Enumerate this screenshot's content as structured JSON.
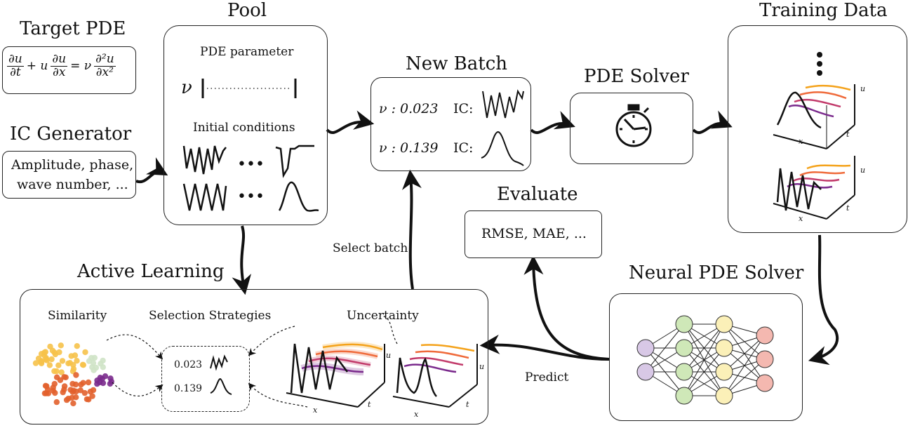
{
  "target_pde": {
    "title": "Target PDE",
    "equation_parts": [
      "∂u",
      "∂t",
      "+ u",
      "∂u",
      "∂x",
      "= ν",
      "∂²u",
      "∂x²"
    ]
  },
  "ic_generator": {
    "title": "IC Generator",
    "line1": "Amplitude, phase,",
    "line2": "wave number, ..."
  },
  "pool": {
    "title": "Pool",
    "param_label": "PDE parameter",
    "nu_symbol": "ν",
    "ic_label": "Initial conditions",
    "ellipsis": "•••"
  },
  "new_batch": {
    "title": "New Batch",
    "rows": [
      {
        "nu": "ν : 0.023",
        "ic": "IC:"
      },
      {
        "nu": "ν : 0.139",
        "ic": "IC:"
      }
    ]
  },
  "pde_solver": {
    "title": "PDE Solver"
  },
  "training_data": {
    "title": "Training Data",
    "axis_u": "u",
    "axis_t": "t",
    "axis_x": "x"
  },
  "evaluate": {
    "title": "Evaluate",
    "metrics": "RMSE, MAE, ..."
  },
  "neural_solver": {
    "title": "Neural PDE Solver"
  },
  "active_learning": {
    "title": "Active Learning",
    "similarity": "Similarity",
    "strategies": "Selection Strategies",
    "uncertainty": "Uncertainty",
    "sel_values": [
      "0.023",
      "0.139"
    ],
    "axis_u": "u",
    "axis_t": "t",
    "axis_x": "x"
  },
  "edges": {
    "select_batch": "Select batch",
    "predict": "Predict"
  },
  "colors": {
    "line_series": [
      "#f4a21a",
      "#ef6a3a",
      "#c23b6b",
      "#7a2a8c",
      "#3a1a5c"
    ],
    "nn_input": "#d8c8e6",
    "nn_hidden1": "#cfe8b8",
    "nn_hidden2": "#fbf0b8",
    "nn_output": "#f4b8b0"
  }
}
